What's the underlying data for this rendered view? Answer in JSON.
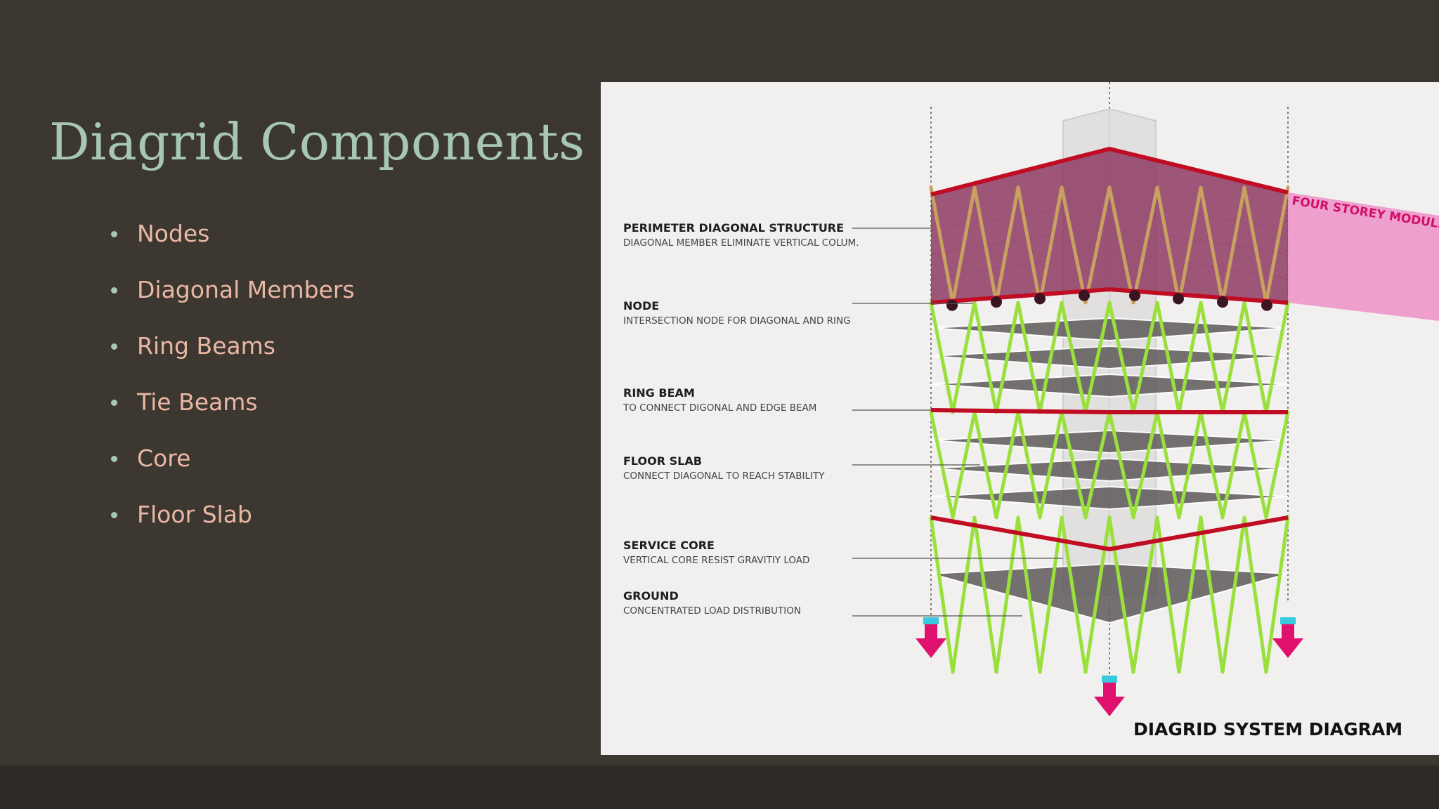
{
  "slide": {
    "title": "Diagrid Components"
  },
  "bullets": [
    "Nodes",
    "Diagonal Members",
    "Ring Beams",
    "Tie Beams",
    "Core",
    "Floor Slab"
  ],
  "diagram": {
    "module_label": "FOUR STOREY MODULE",
    "caption": "DIAGRID SYSTEM  DIAGRAM",
    "labels": [
      {
        "title": "PERIMETER DIAGONAL STRUCTURE",
        "desc": "DIAGONAL MEMBER ELIMINATE VERTICAL COLUM."
      },
      {
        "title": "NODE",
        "desc": "INTERSECTION NODE FOR DIAGONAL AND RING"
      },
      {
        "title": "RING BEAM",
        "desc": "TO CONNECT DIGONAL AND EDGE BEAM"
      },
      {
        "title": "FLOOR SLAB",
        "desc": "CONNECT DIAGONAL TO REACH STABILITY"
      },
      {
        "title": "SERVICE CORE",
        "desc": "VERTICAL CORE RESIST GRAVITIY LOAD"
      },
      {
        "title": "GROUND",
        "desc": "CONCENTRATED LOAD DISTRIBUTION"
      }
    ],
    "colors": {
      "diagonal": "#9ae03c",
      "diagonal_upper": "#c8a060",
      "ring_beam": "#c00d24",
      "module_fill": "#ee90c8",
      "load_arrow": "#e0106e",
      "load_cap": "#38c8e0",
      "slab": "#5d5a59"
    }
  }
}
